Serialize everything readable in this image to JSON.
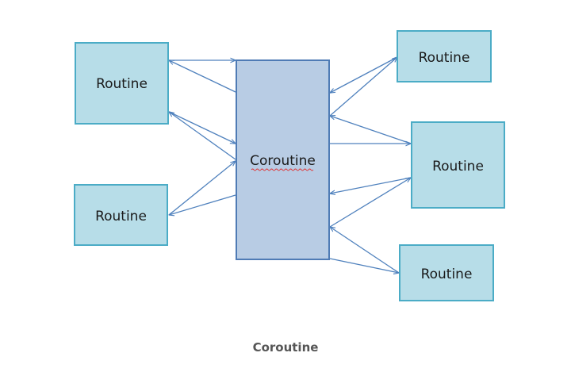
{
  "diagram": {
    "center_node": {
      "label": "Coroutine",
      "fill": "#b8cce4",
      "stroke": "#4f7bb5"
    },
    "routine_nodes": [
      {
        "label": "Routine"
      },
      {
        "label": "Routine"
      },
      {
        "label": "Routine"
      },
      {
        "label": "Routine"
      },
      {
        "label": "Routine"
      }
    ],
    "node_colors": {
      "fill": "#b7dde8",
      "stroke": "#4bacc6"
    },
    "arrow_color": "#4f81bd"
  },
  "caption": "Coroutine"
}
